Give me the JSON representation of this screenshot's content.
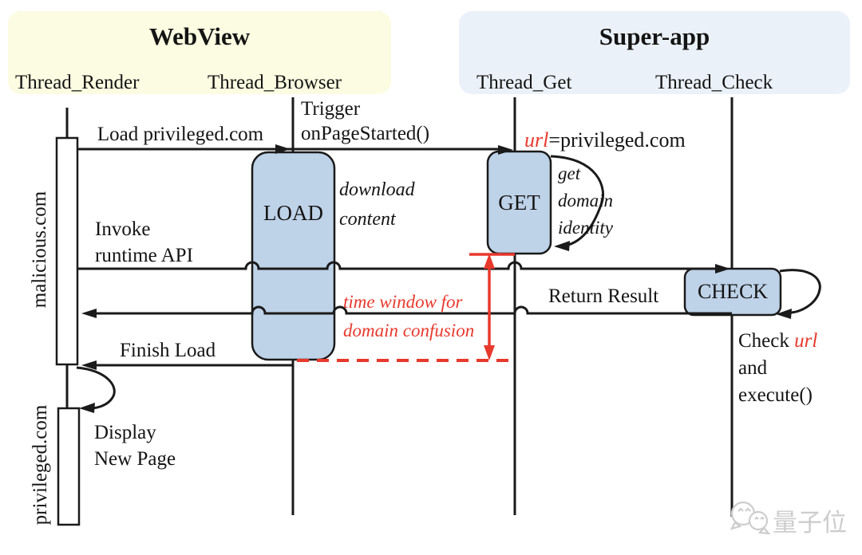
{
  "headers": {
    "webview": {
      "title": "WebView",
      "thread_left": "Thread_Render",
      "thread_right": "Thread_Browser"
    },
    "superapp": {
      "title": "Super-app",
      "thread_left": "Thread_Get",
      "thread_right": "Thread_Check"
    }
  },
  "actors": {
    "malicious": "malicious.com",
    "privileged": "privileged.com"
  },
  "boxes": {
    "load": "LOAD",
    "get": "GET",
    "check": "CHECK"
  },
  "messages": {
    "load_privileged": "Load privileged.com",
    "trigger_l1": "Trigger",
    "trigger_l2": "onPageStarted()",
    "url_var": "url",
    "url_rest": "=privileged.com",
    "get_loop_l1": "get",
    "get_loop_l2": "domain",
    "get_loop_l3": "identity",
    "download_l1": "download",
    "download_l2": "content",
    "invoke_l1": "Invoke",
    "invoke_l2": "runtime API",
    "time_window_l1": "time window for",
    "time_window_l2": "domain confusion",
    "return_result": "Return Result",
    "check_l1_a": "Check ",
    "check_l1_b": "url",
    "check_l2": "and",
    "check_l3": "execute()",
    "finish_load": "Finish Load",
    "display_l1": "Display",
    "display_l2": "New Page"
  },
  "watermark": {
    "text": "量子位"
  },
  "colors": {
    "header_yellow": "#fbfce1",
    "header_blue": "#ebf1f8",
    "box_blue": "#bed2e8",
    "line": "#1a1a1a",
    "red": "#e8392d",
    "watermark": "#cdcdcd"
  }
}
